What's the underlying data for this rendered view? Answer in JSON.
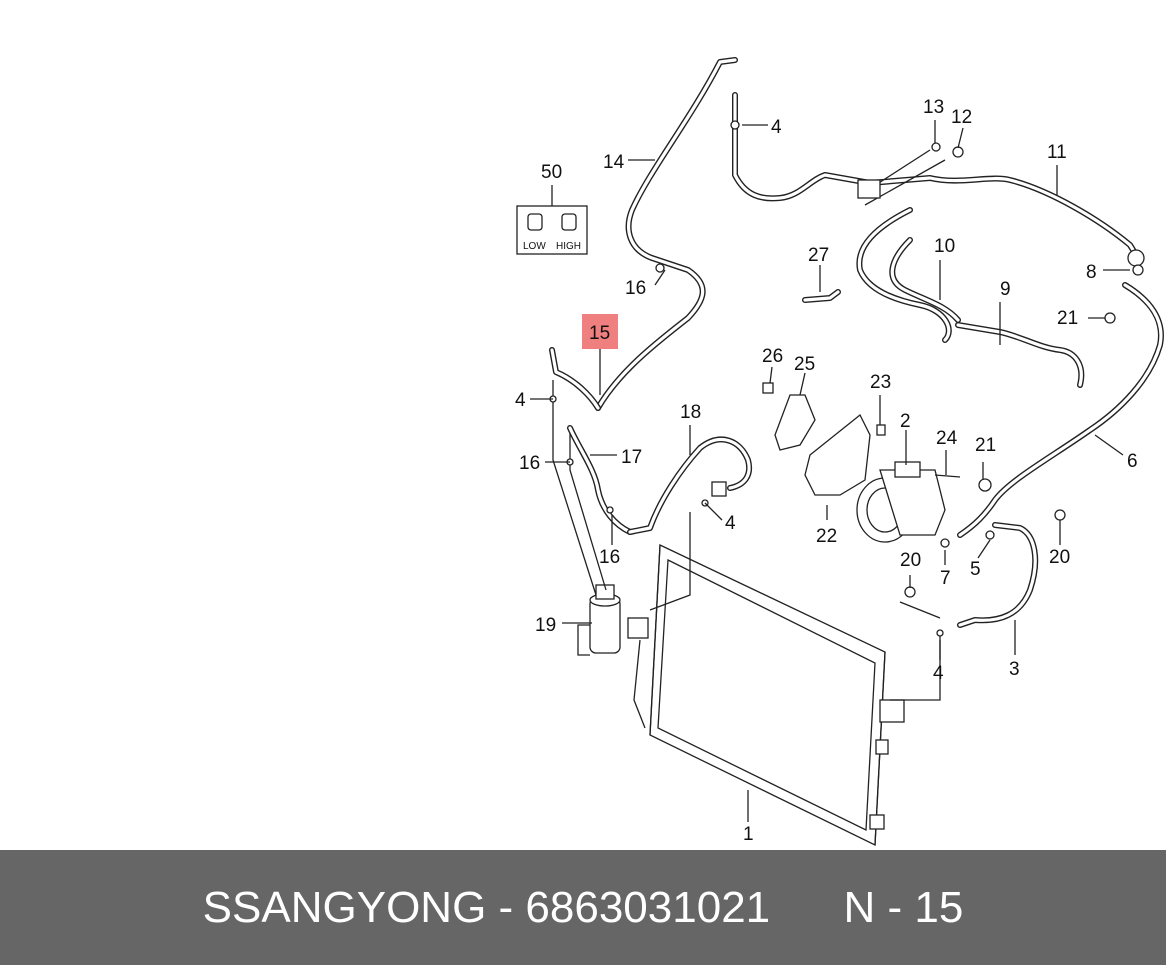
{
  "diagram": {
    "callouts": [
      {
        "id": "c1",
        "text": "1"
      },
      {
        "id": "c2",
        "text": "2"
      },
      {
        "id": "c3",
        "text": "3"
      },
      {
        "id": "c4a",
        "text": "4"
      },
      {
        "id": "c4b",
        "text": "4"
      },
      {
        "id": "c4c",
        "text": "4"
      },
      {
        "id": "c4d",
        "text": "4"
      },
      {
        "id": "c5",
        "text": "5"
      },
      {
        "id": "c6",
        "text": "6"
      },
      {
        "id": "c7",
        "text": "7"
      },
      {
        "id": "c8",
        "text": "8"
      },
      {
        "id": "c9",
        "text": "9"
      },
      {
        "id": "c10",
        "text": "10"
      },
      {
        "id": "c11",
        "text": "11"
      },
      {
        "id": "c12",
        "text": "12"
      },
      {
        "id": "c13",
        "text": "13"
      },
      {
        "id": "c14",
        "text": "14"
      },
      {
        "id": "c15",
        "text": "15"
      },
      {
        "id": "c16a",
        "text": "16"
      },
      {
        "id": "c16b",
        "text": "16"
      },
      {
        "id": "c16c",
        "text": "16"
      },
      {
        "id": "c17",
        "text": "17"
      },
      {
        "id": "c18",
        "text": "18"
      },
      {
        "id": "c19",
        "text": "19"
      },
      {
        "id": "c20a",
        "text": "20"
      },
      {
        "id": "c20b",
        "text": "20"
      },
      {
        "id": "c21a",
        "text": "21"
      },
      {
        "id": "c21b",
        "text": "21"
      },
      {
        "id": "c22",
        "text": "22"
      },
      {
        "id": "c23",
        "text": "23"
      },
      {
        "id": "c24",
        "text": "24"
      },
      {
        "id": "c25",
        "text": "25"
      },
      {
        "id": "c26",
        "text": "26"
      },
      {
        "id": "c27",
        "text": "27"
      },
      {
        "id": "c50",
        "text": "50"
      }
    ],
    "highlighted_part": "15",
    "highlight_color": "#f08080",
    "kit_labels": {
      "low": "LOW",
      "high": "HIGH"
    }
  },
  "footer": {
    "brand": "SSANGYONG",
    "separator": "-",
    "part_number": "6863031021",
    "position_label": "N - 15",
    "background": "#666666",
    "text_color": "#ffffff"
  }
}
